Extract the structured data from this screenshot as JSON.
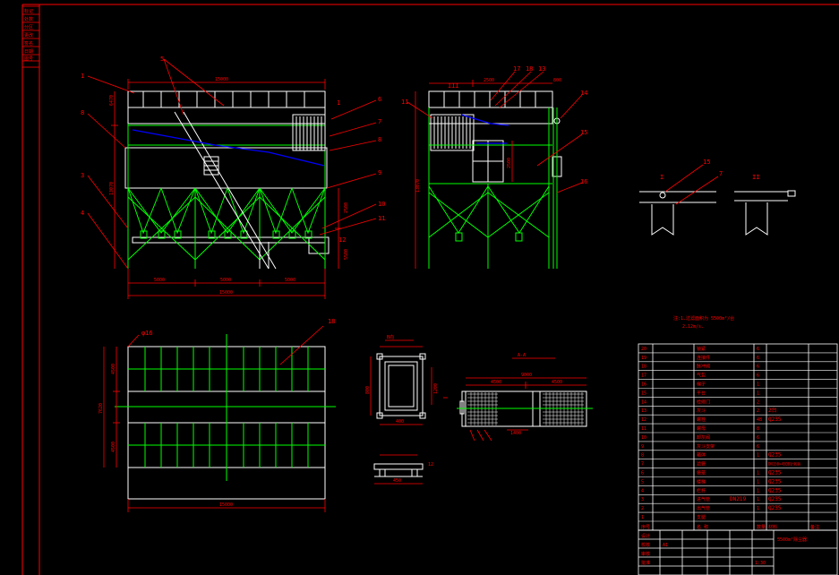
{
  "colors": {
    "background": "#000000",
    "frame": "#ff0000",
    "outline": "#ffffff",
    "structure": "#00ff00",
    "dimension": "#ff0000",
    "blue_line": "#0000ff",
    "text": "#ff0000"
  },
  "front_view": {
    "top_dim": "15000",
    "bottom_dims": [
      "5000",
      "5000",
      "5000"
    ],
    "overall_dim": "15000",
    "left_dims": [
      "6470",
      "13070"
    ],
    "right_dims": [
      "2500",
      "5500"
    ],
    "callouts_left": [
      "1",
      "8",
      "3",
      "4"
    ],
    "callouts_top": "5",
    "callouts_right": [
      "6",
      "7",
      "8",
      "9",
      "10",
      "11",
      "12",
      "1"
    ]
  },
  "side_view": {
    "top_dims": [
      "2500",
      "800"
    ],
    "left_dim": "13070",
    "mid_dim": "2500",
    "callouts": [
      "11",
      "17",
      "18",
      "13",
      "14",
      "15",
      "16"
    ],
    "view_mark": "III"
  },
  "detail_right": {
    "labels": [
      "I",
      "II"
    ],
    "callouts": [
      "15",
      "7"
    ]
  },
  "plan_view": {
    "overall_width": "15000",
    "left_dims": [
      "4500",
      "7620",
      "4500"
    ],
    "callout": "18",
    "corner_note": "φ16"
  },
  "inlet_detail": {
    "title": "B向",
    "dims": [
      "400",
      "800",
      "1200"
    ]
  },
  "section_aa": {
    "title": "A-A",
    "dims": [
      "4500",
      "4500",
      "9000"
    ],
    "small_dims": [
      "1400"
    ]
  },
  "small_detail": {
    "dims": [
      "450",
      "12"
    ]
  },
  "notes": [
    "注:1.过滤面积为 5500m²/台",
    "2.12m/s."
  ],
  "bom": [
    {
      "no": "20",
      "name": "锁紧",
      "qty": "6",
      "mat": ""
    },
    {
      "no": "19",
      "name": "连接件",
      "qty": "6",
      "mat": ""
    },
    {
      "no": "18",
      "name": "脉冲阀",
      "qty": "6",
      "mat": ""
    },
    {
      "no": "17",
      "name": "气包",
      "qty": "6",
      "mat": ""
    },
    {
      "no": "16",
      "name": "梯子",
      "qty": "1",
      "mat": ""
    },
    {
      "no": "15",
      "name": "平台",
      "qty": "1",
      "mat": ""
    },
    {
      "no": "14",
      "name": "检修门",
      "qty": "2",
      "mat": ""
    },
    {
      "no": "13",
      "name": "灰斗",
      "qty": "2",
      "mat": "2台"
    },
    {
      "no": "12",
      "name": "螺栓",
      "qty": "48",
      "mat": "Q235"
    },
    {
      "no": "11",
      "name": "螺母",
      "qty": "8",
      "mat": ""
    },
    {
      "no": "10",
      "name": "卸灰阀",
      "qty": "6",
      "mat": ""
    },
    {
      "no": "9",
      "name": "灰斗支架",
      "qty": "6",
      "mat": ""
    },
    {
      "no": "8",
      "name": "箱体",
      "qty": "1",
      "mat": "Q235"
    },
    {
      "no": "7",
      "name": "滤袋",
      "qty": "",
      "mat": "DN150×4500针刺毡"
    },
    {
      "no": "6",
      "name": "袋笼",
      "qty": "1",
      "mat": "Q235"
    },
    {
      "no": "5",
      "name": "楼梯",
      "qty": "1",
      "mat": "Q235"
    },
    {
      "no": "4",
      "name": "栏杆",
      "qty": "1",
      "mat": "Q235"
    },
    {
      "no": "3",
      "name": "进气管",
      "qty": "1",
      "mat": "Q235",
      "extra": "DN219"
    },
    {
      "no": "2",
      "name": "出气管",
      "qty": "1",
      "mat": "Q235"
    },
    {
      "no": "1",
      "name": "支腿",
      "qty": "",
      "mat": ""
    }
  ],
  "bom_header": [
    "序号",
    "名 称",
    "数量",
    "材料",
    "备注"
  ],
  "title_block": {
    "title": "5500m²除尘器",
    "scale": "1:30",
    "sheet": "A1",
    "rows": [
      "设计",
      "校核",
      "审核",
      "批准"
    ]
  },
  "side_stamp": [
    "标记",
    "处数",
    "分区",
    "更改",
    "签名",
    "日期",
    "图号"
  ]
}
